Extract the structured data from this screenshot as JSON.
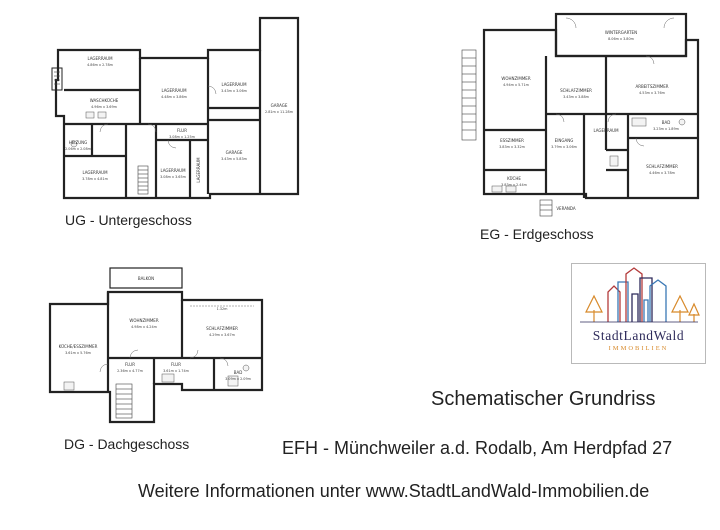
{
  "floors": {
    "ug": {
      "caption": "UG - Untergeschoss",
      "rooms": [
        {
          "name": "LAGERRAUM",
          "dim": "4.86m x 2.78m"
        },
        {
          "name": "WASCHKÜCHE",
          "dim": "4.96m x 3.69m"
        },
        {
          "name": "LAGERRAUM",
          "dim": "4.48m x 3.86m"
        },
        {
          "name": "LAGERRAUM",
          "dim": "3.43m x 3.06m"
        },
        {
          "name": "GARAGE",
          "dim": "2.81m x 11.28m"
        },
        {
          "name": "HEIZUNG",
          "dim": "2.06m x 2.08m"
        },
        {
          "name": "LAGERRAUM",
          "dim": "3.78m x 4.81m"
        },
        {
          "name": "FLUR",
          "dim": "3.08m x 1.25m"
        },
        {
          "name": "GARAGE",
          "dim": "3.43m x 5.83m"
        },
        {
          "name": "LAGERRAUM",
          "dim": "3.08m x 3.65m"
        },
        {
          "name": "LAGERRAUM",
          "dim": ""
        }
      ]
    },
    "eg": {
      "caption": "EG - Erdgeschoss",
      "rooms": [
        {
          "name": "WINTERGARTEN",
          "dim": "8.06m x 3.80m"
        },
        {
          "name": "WOHNZIMMER",
          "dim": "4.94m x 5.71m"
        },
        {
          "name": "SCHLAFZIMMER",
          "dim": "3.43m x 3.88m"
        },
        {
          "name": "ARBEITSZIMMER",
          "dim": "4.53m x 3.76m"
        },
        {
          "name": "BAD",
          "dim": "3.23m x 1.89m"
        },
        {
          "name": "ESSZIMMER",
          "dim": "3.83m x 3.32m"
        },
        {
          "name": "EINGANG",
          "dim": "3.79m x 3.06m"
        },
        {
          "name": "LAGERRAUM",
          "dim": ""
        },
        {
          "name": "SCHLAFZIMMER",
          "dim": "4.46m x 3.78m"
        },
        {
          "name": "KÜCHE",
          "dim": "3.83m x 2.44m"
        },
        {
          "name": "VERANDA",
          "dim": ""
        }
      ]
    },
    "dg": {
      "caption": "DG - Dachgeschoss",
      "rooms": [
        {
          "name": "BALKON",
          "dim": ""
        },
        {
          "name": "WOHNZIMMER",
          "dim": "4.98m x 4.24m"
        },
        {
          "name": "KÜCHE/ESSZIMMER",
          "dim": "3.61m x 5.76m"
        },
        {
          "name": "SCHLAFZIMMER",
          "dim": "4.29m x 3.67m"
        },
        {
          "name": "FLUR",
          "dim": "2.36m x 4.77m"
        },
        {
          "name": "FLUR",
          "dim": "3.61m x 1.74m"
        },
        {
          "name": "BAD",
          "dim": "3.09m x 2.09m"
        }
      ],
      "annotation": "1.32m"
    }
  },
  "logo": {
    "brand": "StadtLandWald",
    "sub": "IMMOBILIEN",
    "colors": {
      "navy": "#2d2a5a",
      "orange": "#d88a2b",
      "red": "#b33b3b",
      "blue": "#3a78b5"
    }
  },
  "title": "Schematischer Grundriss",
  "subtitle": "EFH - Münchweiler a.d. Rodalb, Am Herdpfad 27",
  "footer": "Weitere Informationen unter www.StadtLandWald-Immobilien.de"
}
